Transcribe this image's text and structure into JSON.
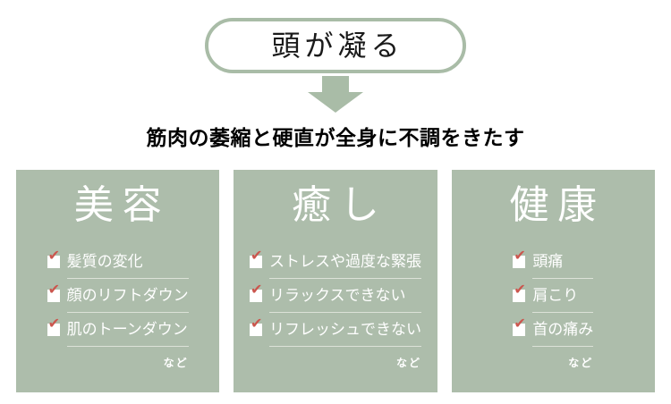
{
  "flow": {
    "title": "頭が凝る",
    "headline": "筋肉の萎縮と硬直が全身に不調をきたす"
  },
  "panels": [
    {
      "title": "美容",
      "items": [
        "髪質の変化",
        "顔のリフトダウン",
        "肌のトーンダウン"
      ],
      "etc": "など"
    },
    {
      "title": "癒し",
      "items": [
        "ストレスや過度な緊張",
        "リラックスできない",
        "リフレッシュできない"
      ],
      "etc": "など"
    },
    {
      "title": "健康",
      "items": [
        "頭痛",
        "肩こり",
        "首の痛み"
      ],
      "etc": "など"
    }
  ],
  "icons": {
    "checkmark": "✔"
  },
  "colors": {
    "sage": "#adbdab",
    "pill-border": "#a9bca7",
    "arrow": "#a9bca7",
    "check-red": "#cb564e",
    "underline": "#dce2d8",
    "text-light": "#ffffff",
    "text-dark": "#1a1a1a"
  }
}
